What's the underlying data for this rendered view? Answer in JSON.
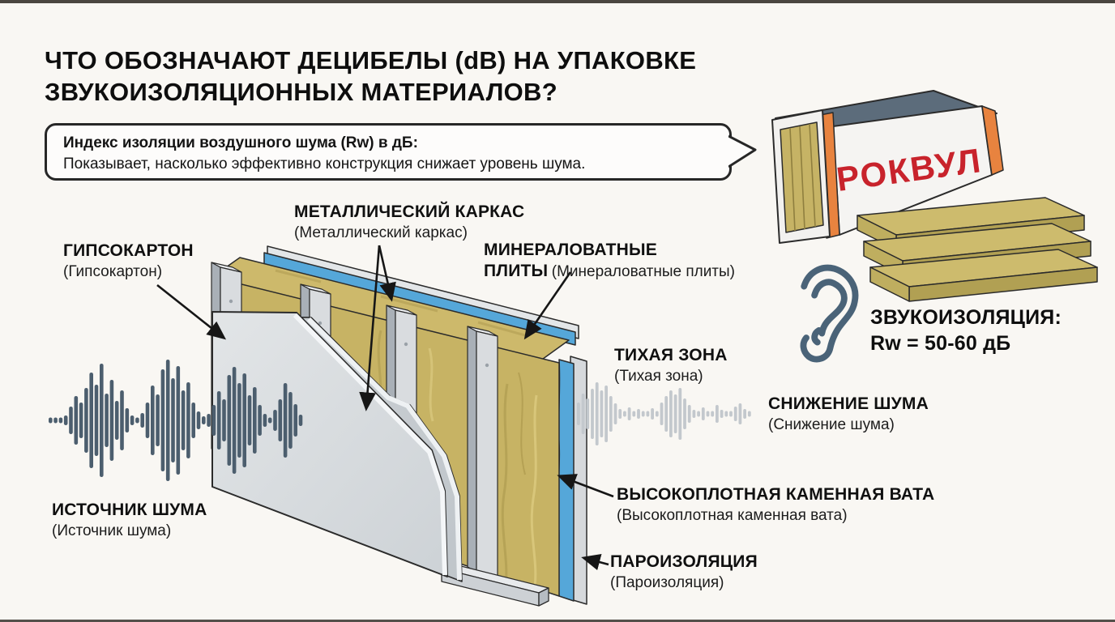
{
  "title": {
    "line1": "ЧТО ОБОЗНАЧАЮТ ДЕЦИБЕЛЫ (dB) НА УПАКОВКЕ",
    "line2": "ЗВУКОИЗОЛЯЦИОННЫХ МАТЕРИАЛОВ?"
  },
  "callout": {
    "heading": "Индекс изоляции воздушного шума (Rw) в дБ:",
    "body": "Показывает, насколько эффективно конструкция снижает уровень шума."
  },
  "package": {
    "brand": "РОКВУЛ",
    "brand_color": "#c8232c"
  },
  "soundproofing_note": {
    "line1": "ЗВУКОИЗОЛЯЦИЯ:",
    "line2": "Rw = 50-60 дБ"
  },
  "labels": {
    "gypsum": {
      "title": "ГИПСОКАРТОН",
      "subtitle": "(Гипсокартон)"
    },
    "metal_frame": {
      "title": "МЕТАЛЛИЧЕСКИЙ КАРКАС",
      "subtitle": "(Металлический каркас)"
    },
    "mineral_boards": {
      "title_line1": "МИНЕРАЛОВАТНЫЕ",
      "title_line2": "ПЛИТЫ",
      "subtitle": "(Минераловатные плиты)"
    },
    "quiet_zone": {
      "title": "ТИХАЯ ЗОНА",
      "subtitle": "(Тихая зона)"
    },
    "noise_reduction": {
      "title": "СНИЖЕНИЕ ШУМА",
      "subtitle": "(Снижение шума)"
    },
    "dense_stone_wool": {
      "title": "ВЫСОКОПЛОТНАЯ КАМЕННАЯ ВАТА",
      "subtitle": "(Высокоплотная каменная вата)"
    },
    "vapor_barrier": {
      "title": "ПАРОИЗОЛЯЦИЯ",
      "subtitle": "(Пароизоляция)"
    },
    "noise_source": {
      "title": "ИСТОЧНИК ШУМА",
      "subtitle": "(Источник шума)"
    }
  },
  "icons": {
    "ear": "ear-outline"
  },
  "waveforms": {
    "left": {
      "color": "#4c5e6e",
      "bar_heights": [
        7,
        7,
        7,
        12,
        34,
        60,
        44,
        80,
        118,
        88,
        140,
        66,
        100,
        48,
        74,
        30,
        12,
        7,
        18,
        44,
        86,
        64,
        126,
        150,
        104,
        134,
        74,
        94,
        44,
        22,
        10,
        16,
        38,
        72,
        52,
        112,
        132,
        92,
        116,
        62,
        82,
        38,
        16,
        7,
        26,
        52,
        92,
        70,
        40,
        14
      ]
    },
    "right": {
      "color": "#c3c8cd",
      "bar_heights": [
        28,
        50,
        38,
        62,
        78,
        58,
        70,
        44,
        26,
        12,
        7,
        16,
        7,
        12,
        7,
        7,
        14,
        7,
        28,
        44,
        58,
        48,
        64,
        38,
        22,
        10,
        7,
        16,
        7,
        7,
        22,
        10,
        7,
        7,
        18,
        26,
        12,
        7
      ]
    }
  },
  "palette": {
    "background": "#f9f7f3",
    "outline": "#2b2b2b",
    "wool": "#c7b364",
    "wool_top": "#cdb96b",
    "metal": "#d9dcdf",
    "metal_shadow": "#a9b0b7",
    "panel_gray": "#dcdfe2",
    "vapor_blue": "#55a7d9",
    "package_top": "#5c6c7b",
    "package_orange": "#e8833f",
    "brand_red": "#c8232c",
    "ear_stroke": "#4a6378"
  }
}
